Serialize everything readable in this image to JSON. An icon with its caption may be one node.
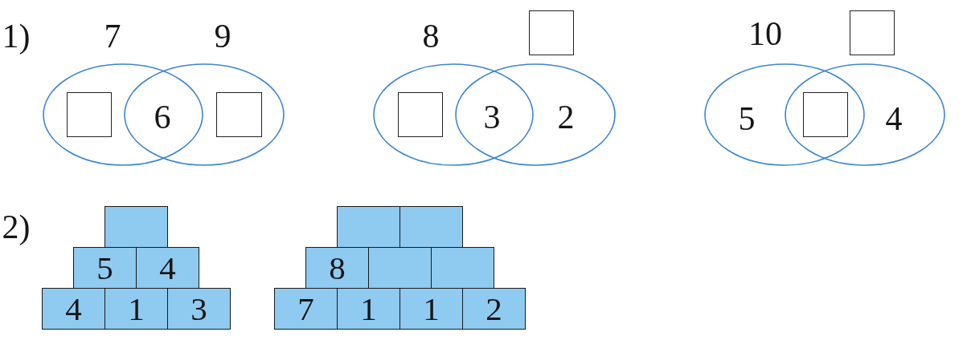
{
  "diagram": {
    "nodes": [
      {
        "text": [],
        "shape": "box"
      },
      {
        "text": [],
        "shape": "box"
      },
      {
        "text": [],
        "shape": "box"
      },
      {
        "text": [],
        "shape": "box"
      },
      {
        "text": [],
        "shape": "box"
      },
      {
        "text": [],
        "shape": "box"
      },
      {
        "text": [],
        "shape": "box"
      },
      {
        "text": [
          "5"
        ]
      },
      {
        "text": [
          "4"
        ]
      },
      {
        "text": [
          "4"
        ]
      },
      {
        "text": [
          "1"
        ]
      },
      {
        "text": [
          "3"
        ]
      },
      {
        "text": [],
        "shape": "box"
      },
      {
        "text": [],
        "shape": "box"
      },
      {
        "text": [
          "8"
        ]
      },
      {
        "text": [],
        "shape": "box"
      },
      {
        "text": [],
        "shape": "box"
      },
      {
        "text": [
          "7"
        ]
      },
      {
        "text": [
          "1"
        ]
      },
      {
        "text": [
          "1"
        ]
      },
      {
        "text": [
          "2"
        ]
      }
    ],
    "labels": [
      "1)",
      "7",
      "9",
      "6",
      "8",
      "3",
      "2",
      "10",
      "5",
      "4",
      "2)"
    ]
  }
}
